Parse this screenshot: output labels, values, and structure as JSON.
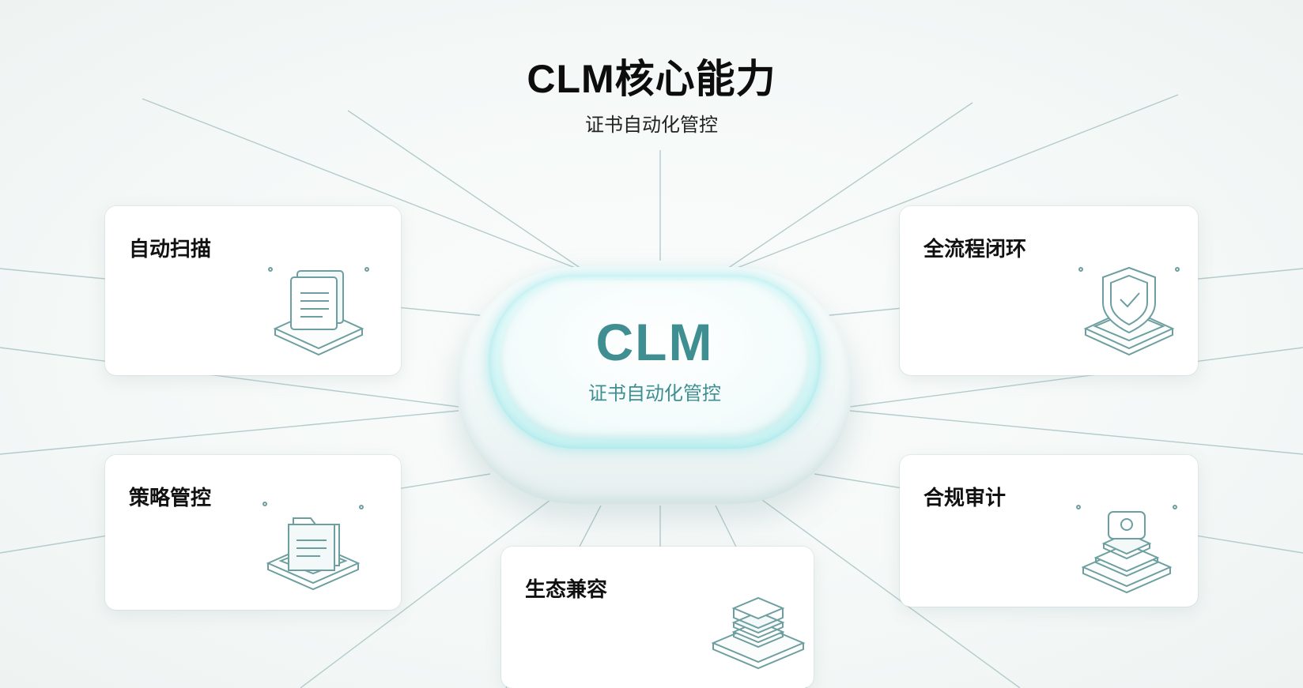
{
  "title": "CLM核心能力",
  "subtitle": "证书自动化管控",
  "hub": {
    "label": "CLM",
    "sub": "证书自动化管控"
  },
  "capabilities": [
    {
      "title": "自动扫描",
      "icon": "document-scan-icon"
    },
    {
      "title": "全流程闭环",
      "icon": "shield-check-icon"
    },
    {
      "title": "策略管控",
      "icon": "folder-policy-icon"
    },
    {
      "title": "合规审计",
      "icon": "audit-stack-icon"
    },
    {
      "title": "生态兼容",
      "icon": "layers-stack-icon"
    }
  ],
  "colors": {
    "accent": "#3f8e91",
    "line": "#9bbcbc",
    "glow": "#8fe3e6"
  }
}
